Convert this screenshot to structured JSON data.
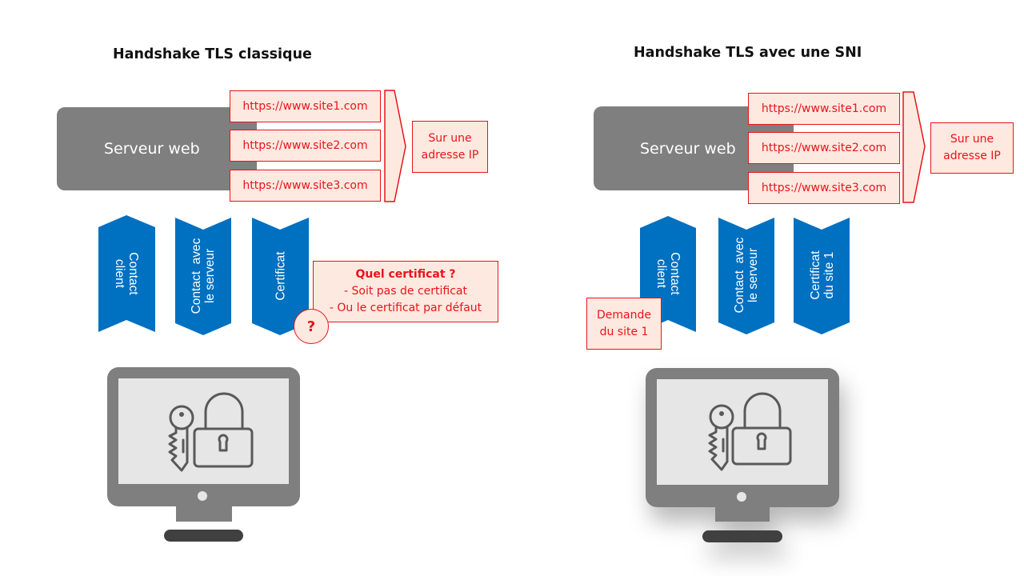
{
  "colors": {
    "server_gray": "#7f7f7f",
    "chevron_blue": "#0070c0",
    "accent_red": "#e8141b",
    "note_fill": "#fde9e0",
    "screen_fill": "#e6e6e6",
    "stand_dark": "#404040"
  },
  "left": {
    "title": "Handshake TLS classique",
    "server_label": "Serveur web",
    "urls": [
      "https://www.site1.com",
      "https://www.site2.com",
      "https://www.site3.com"
    ],
    "ip_box": [
      "Sur une",
      "adresse IP"
    ],
    "steps": [
      {
        "lines": [
          "Contact",
          "client"
        ],
        "direction": "up"
      },
      {
        "lines": [
          "Contact  avec",
          "le serveur"
        ],
        "direction": "down"
      },
      {
        "lines": [
          "Certificat"
        ],
        "direction": "down"
      }
    ],
    "question_note": {
      "heading": "Quel certificat ?",
      "items": [
        "- Soit pas de certificat",
        "- Ou le certificat par défaut"
      ]
    },
    "question_mark": "?",
    "computer_icons": [
      "key-icon",
      "padlock-icon"
    ]
  },
  "right": {
    "title": "Handshake TLS avec une SNI",
    "server_label": "Serveur web",
    "urls": [
      "https://www.site1.com",
      "https://www.site2.com",
      "https://www.site3.com"
    ],
    "ip_box": [
      "Sur une",
      "adresse IP"
    ],
    "steps": [
      {
        "lines": [
          "Contact",
          "client"
        ],
        "direction": "up"
      },
      {
        "lines": [
          "Contact  avec",
          "le serveur"
        ],
        "direction": "down"
      },
      {
        "lines": [
          "Certificat",
          "du site 1"
        ],
        "direction": "down"
      }
    ],
    "request_note": [
      "Demande",
      "du site 1"
    ],
    "computer_icons": [
      "key-icon",
      "padlock-icon"
    ]
  }
}
